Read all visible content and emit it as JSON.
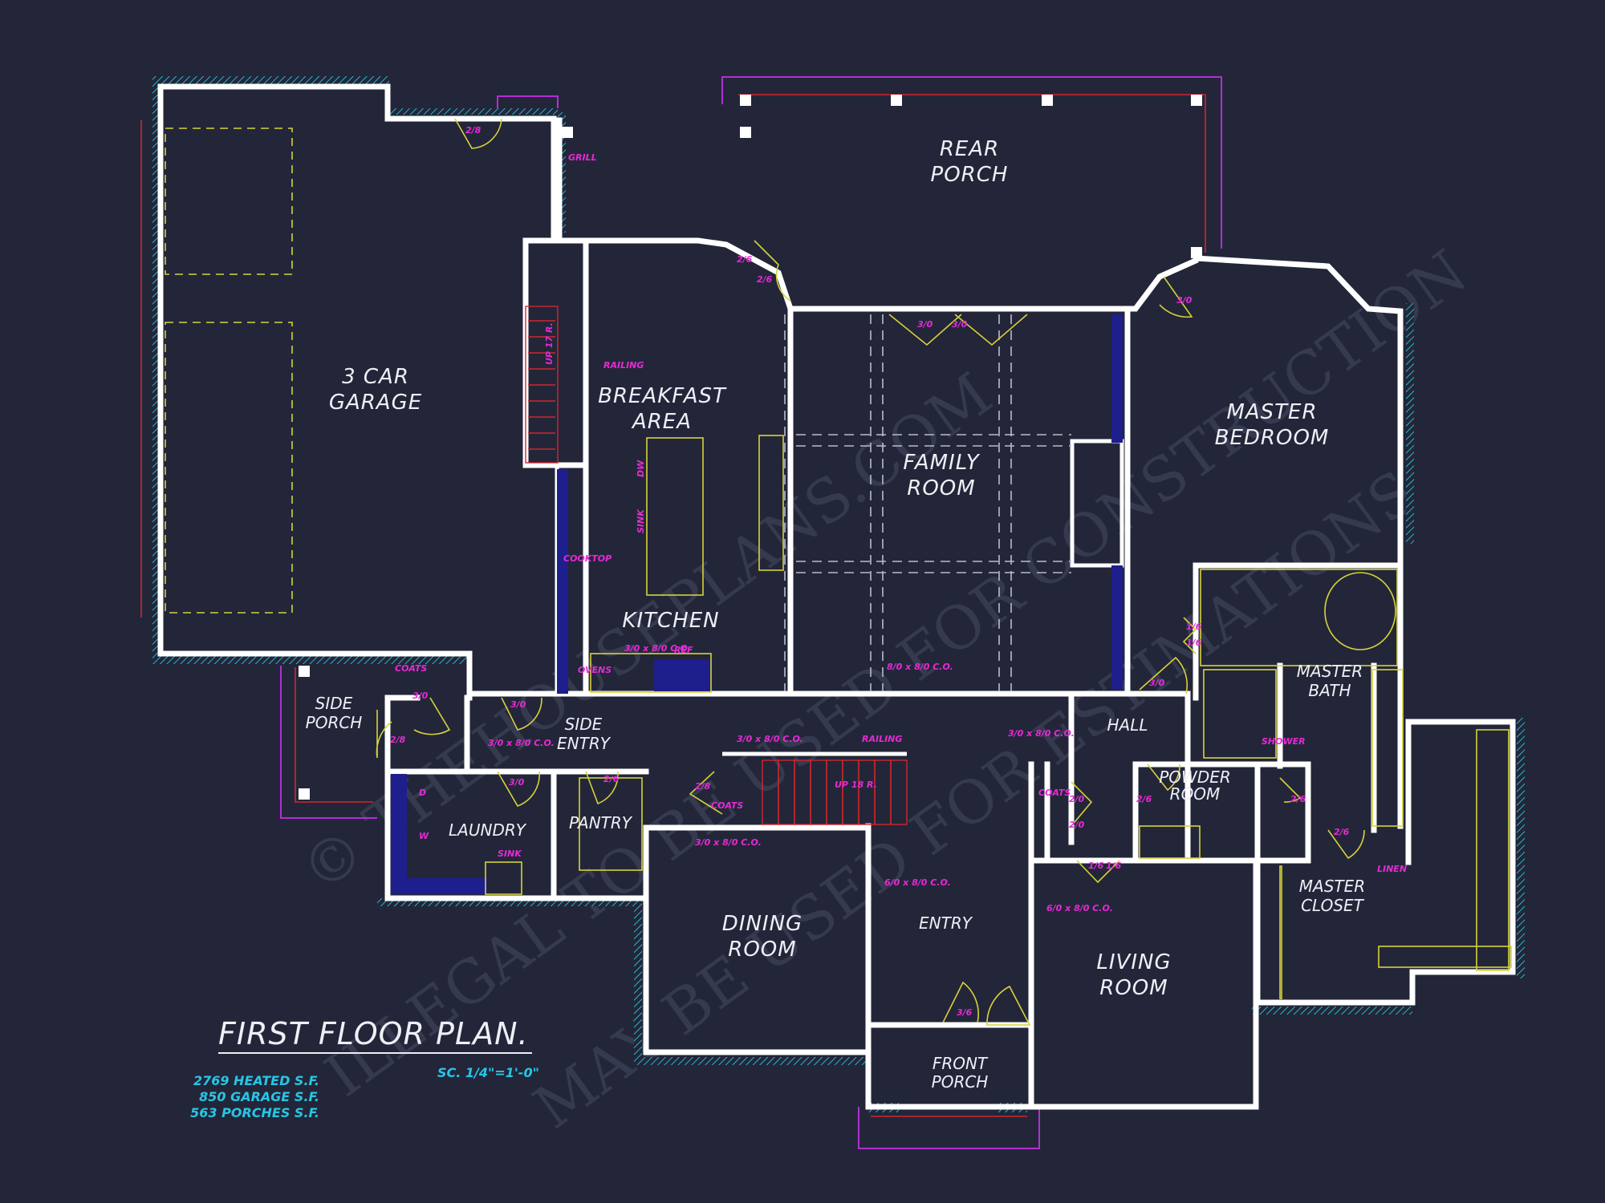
{
  "plan": {
    "title": "FIRST FLOOR PLAN.",
    "scale": "SC. 1/4\"=1'-0\"",
    "stats": [
      "2769 HEATED S.F.",
      "850 GARAGE S.F.",
      "563 PORCHES S.F."
    ],
    "watermark_lines": [
      "© THEHOUSEPLANS.COM",
      "ILLEGAL TO BE USED FOR CONSTRUCTION",
      "MAY BE USED FOR ESTIMATIONS"
    ]
  },
  "rooms": {
    "garage": [
      "3 CAR",
      "GARAGE"
    ],
    "rear_porch": [
      "REAR",
      "PORCH"
    ],
    "breakfast": [
      "BREAKFAST",
      "AREA"
    ],
    "kitchen": "KITCHEN",
    "family": [
      "FAMILY",
      "ROOM"
    ],
    "master_bedroom": [
      "MASTER",
      "BEDROOM"
    ],
    "master_bath": [
      "MASTER",
      "BATH"
    ],
    "side_porch": [
      "SIDE",
      "PORCH"
    ],
    "side_entry": [
      "SIDE",
      "ENTRY"
    ],
    "hall": "HALL",
    "powder": [
      "POWDER",
      "ROOM"
    ],
    "laundry": "LAUNDRY",
    "pantry": "PANTRY",
    "dining": [
      "DINING",
      "ROOM"
    ],
    "entry": "ENTRY",
    "living": [
      "LIVING",
      "ROOM"
    ],
    "master_closet": [
      "MASTER",
      "CLOSET"
    ],
    "front_porch": [
      "FRONT",
      "PORCH"
    ]
  },
  "notes": {
    "d28_garage": "2/8",
    "grill": "GRILL",
    "up_stairs_a": "UP 17 R.",
    "railing_a": "RAILING",
    "d26_a": "2/6",
    "d26_b": "2/6",
    "d30_a": "3/0",
    "d30_b": "3/0",
    "d30_c": "3/0",
    "cooktop": "COOKTOP",
    "sink_k": "SINK",
    "dw": "DW",
    "ovens": "OVENS",
    "co_kitchen": "3/0 x 8/0 C.O.",
    "ref": "REF",
    "co_family": "8/0 x 8/0 C.O.",
    "coats_a": "COATS",
    "d30_sp1": "3/0",
    "d30_sp2": "3/0",
    "d28_sp": "2/8",
    "co_side": "3/0 x 8/0 C.O.",
    "co_stair": "3/0 x 8/0 C.O.",
    "railing_b": "RAILING",
    "up_stairs_b": "UP 18 R.",
    "d28_st": "2/8",
    "coats_b": "COATS",
    "d30_l": "3/0",
    "d26_p": "2/6",
    "laundry_d": "D",
    "laundry_w": "W",
    "sink_l": "SINK",
    "co_pantry": "3/0 x 8/0 C.O.",
    "co_dining": "6/0 x 8/0 C.O.",
    "co_living": "6/0 x 8/0 C.O.",
    "d36_front": "3/6",
    "co_hall": "3/0 x 8/0 C.O.",
    "d30_hall": "3/0",
    "coats_c": "COATS",
    "d20_a": "2/0",
    "d20_b": "2/0",
    "d26_pw": "2/6",
    "d16_a": "1/6",
    "d16_b": "1/6",
    "d16_c": "1/6",
    "d16_d": "1/6",
    "shower": "SHOWER",
    "d26_mb": "2/6",
    "d26_mc": "2/6",
    "linen": "LINEN",
    "d30_mbed": "3/0"
  }
}
